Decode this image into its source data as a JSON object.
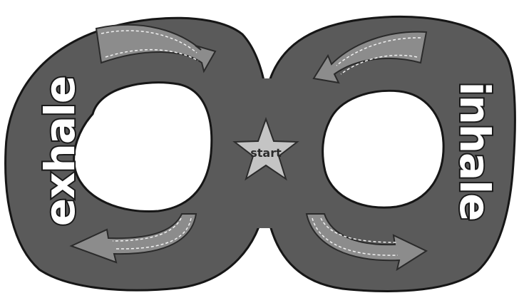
{
  "labels": {
    "left": "exhale",
    "right": "inhale",
    "center": "start"
  },
  "colors": {
    "loop_fill": "#5a5a5a",
    "loop_outline": "#161616",
    "hole_fill": "#ffffff",
    "arrow_fill": "#8c8c8c",
    "arrow_stitch": "#f2f2f2",
    "star_fill": "#c4c4c4",
    "star_outline": "#2b2b2b",
    "label_text": "#ffffff"
  },
  "icons": {
    "center": "star-icon",
    "arrows": "curved-arrow-icon"
  }
}
